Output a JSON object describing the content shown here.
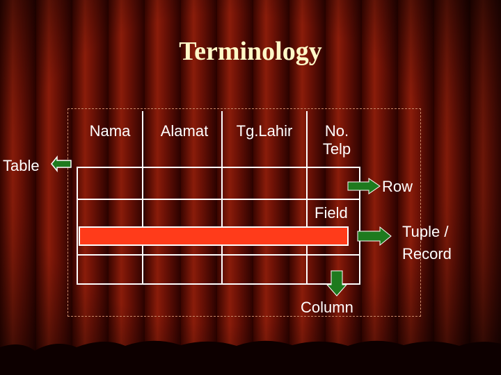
{
  "title": "Terminology",
  "table": {
    "headers": [
      {
        "line1": "Nama",
        "line2": ""
      },
      {
        "line1": "Alamat",
        "line2": ""
      },
      {
        "line1": "Tg.Lahir",
        "line2": ""
      },
      {
        "line1": "No.",
        "line2": "Telp"
      }
    ]
  },
  "labels": {
    "table": "Table",
    "row": "Row",
    "field": "Field",
    "tuple_line1": "Tuple /",
    "tuple_line2": "Record",
    "column": "Column"
  },
  "colors": {
    "title": "#fff8c8",
    "arrow_fill": "#1e7a1e",
    "record_bar": "#ff3b1a",
    "table_arrow_fill": "#1e7a1e"
  }
}
